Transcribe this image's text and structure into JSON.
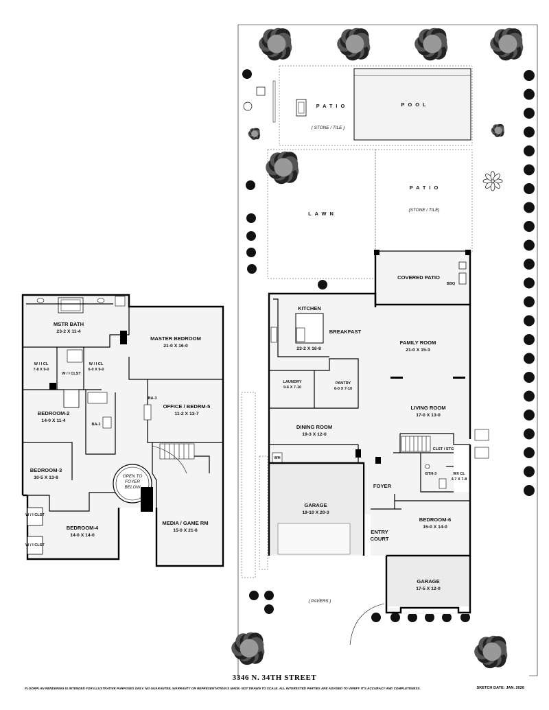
{
  "address": "3346 N. 34TH STREET",
  "disclaimer": "FLOORPLAN RENDERING IS INTENDED FOR ILLUSTRATIVE PURPOSES ONLY.  NO GUARANTEE, WARRANTY OR REPRESENTATION IS MADE.  NOT DRAWN TO SCALE.  ALL INTERESTED PARTIES ARE ADVISED TO VERIFY IT'S ACCURACY AND COMPLETENESS.",
  "sketch_date": "SKETCH DATE:  JAN. 2026",
  "upper_floor": {
    "mstr_bath": {
      "name": "MSTR BATH",
      "dims": "23-2 X 11-4"
    },
    "master_bedroom": {
      "name": "MASTER BEDROOM",
      "dims": "21-0 X 16-0"
    },
    "wic_1": {
      "name": "W / I CL",
      "dims": "7-8 X 9-0"
    },
    "wic_2": {
      "name": "W / I CL",
      "dims": "6-0 X 9-0"
    },
    "wi_clst_small": "W / I CLST",
    "ba3": "BA-3",
    "office": {
      "name": "OFFICE / BEDRM-5",
      "dims": "11-2  X 13-7"
    },
    "bedroom2": {
      "name": "BEDROOM-2",
      "dims": "14-0  X 11-4"
    },
    "ba2": "BA-2",
    "bedroom3": {
      "name": "BEDROOM-3",
      "dims": "10-5  X  13-8"
    },
    "open_to_foyer": [
      "OPEN TO",
      "FOYER",
      "BELOW"
    ],
    "bedroom4": {
      "name": "BEDROOM-4",
      "dims": "14-0  X 14-0"
    },
    "wi_clst_b3": "W / I CLST",
    "wi_clst_b4": "W / I CLST",
    "media": {
      "name": "MEDIA / GAME RM",
      "dims": "15-0  X 21-6"
    }
  },
  "lower_floor": {
    "patio_upper": {
      "name": "PATIO",
      "material": "( STONE / TILE )"
    },
    "pool": "POOL",
    "patio_right": {
      "name": "PATIO",
      "material": "(STONE / TILE)"
    },
    "lawn": "LAWN",
    "covered_patio": "COVERED PATIO",
    "bbq": "BBQ",
    "kitchen": {
      "name": "KITCHEN",
      "dims": "23-2 X 16-8"
    },
    "breakfast": "BREAKFAST",
    "family_room": {
      "name": "FAMILY ROOM",
      "dims": "21-0 X 15-3"
    },
    "laundry": {
      "name": "LAUNDRY",
      "dims": "9-6 X 7-10"
    },
    "pantry": {
      "name": "PANTRY",
      "dims": "6-0 X 7-10"
    },
    "living_room": {
      "name": "LIVING ROOM",
      "dims": "17-0 X 13-0"
    },
    "dining_room": {
      "name": "DINING ROOM",
      "dims": "19-3  X 12-0"
    },
    "clst_stg": "CLST / STG",
    "bth3": "BTH-3",
    "wic": {
      "name": "W/I CL",
      "dims": "4.7 X 7-8"
    },
    "wh": "WH",
    "foyer": "FOYER",
    "garage_main": {
      "name": "GARAGE",
      "dims": "19-10 X 20-3"
    },
    "entry_court": [
      "ENTRY",
      "COURT"
    ],
    "bedroom6": {
      "name": "BEDROOM-6",
      "dims": "15-0 X 14-0"
    },
    "garage_small": {
      "name": "GARAGE",
      "dims": "17-5 X 12-0"
    },
    "pavers": "( PAVERS )"
  }
}
